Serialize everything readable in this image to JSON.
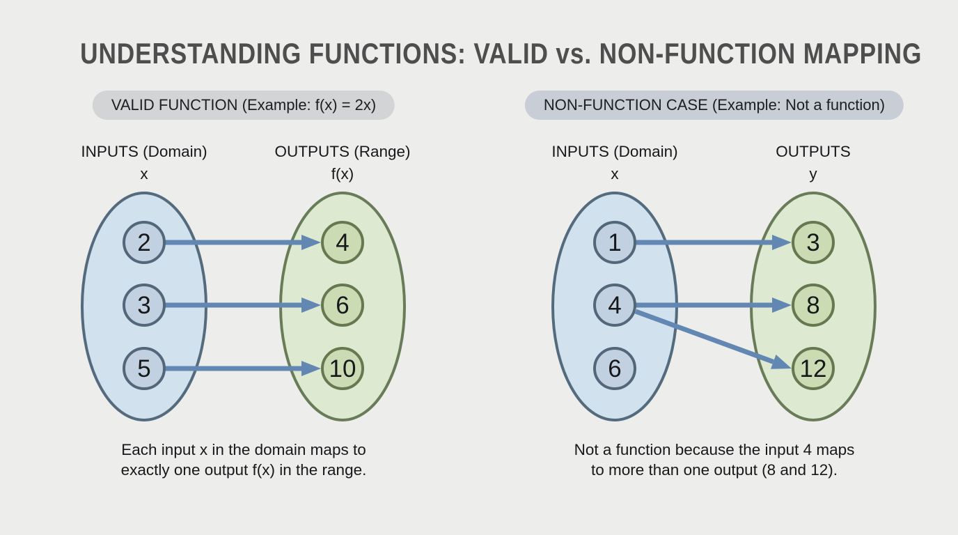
{
  "title": "UNDERSTANDING FUNCTIONS: VALID vs. NON-FUNCTION MAPPING",
  "colors": {
    "background": "#ededec",
    "title_text": "#4e4e4e",
    "body_text": "#17181a",
    "pill_left_bg": "#d2d4d5",
    "pill_right_bg": "#c8cdd6",
    "input_set_fill": "#d2e1ee",
    "input_set_stroke": "#546b7e",
    "input_node_fill": "#c2d1e1",
    "input_node_stroke": "#52677a",
    "output_set_fill": "#dde9d1",
    "output_set_stroke": "#697c58",
    "output_node_fill": "#cbdcb5",
    "output_node_stroke": "#66784f",
    "arrow": "#6287b3"
  },
  "panels": [
    {
      "header": "VALID FUNCTION (Example: f(x) = 2x)",
      "input_label": "INPUTS (Domain)",
      "input_sublabel": "x",
      "output_label": "OUTPUTS (Range)",
      "output_sublabel": "f(x)",
      "inputs": [
        "2",
        "3",
        "5"
      ],
      "outputs": [
        "4",
        "6",
        "10"
      ],
      "mappings": [
        [
          0,
          0
        ],
        [
          1,
          1
        ],
        [
          2,
          2
        ]
      ],
      "caption_lines": [
        "Each input x in the domain maps to",
        "exactly one output f(x) in the range."
      ]
    },
    {
      "header": "NON-FUNCTION CASE (Example: Not a function)",
      "input_label": "INPUTS (Domain)",
      "input_sublabel": "x",
      "output_label": "OUTPUTS",
      "output_sublabel": "y",
      "inputs": [
        "1",
        "4",
        "6"
      ],
      "outputs": [
        "3",
        "8",
        "12"
      ],
      "mappings": [
        [
          0,
          0
        ],
        [
          1,
          1
        ],
        [
          1,
          2
        ]
      ],
      "caption_lines": [
        "Not a function because the input 4 maps",
        "to more than one output (8 and 12)."
      ]
    }
  ]
}
